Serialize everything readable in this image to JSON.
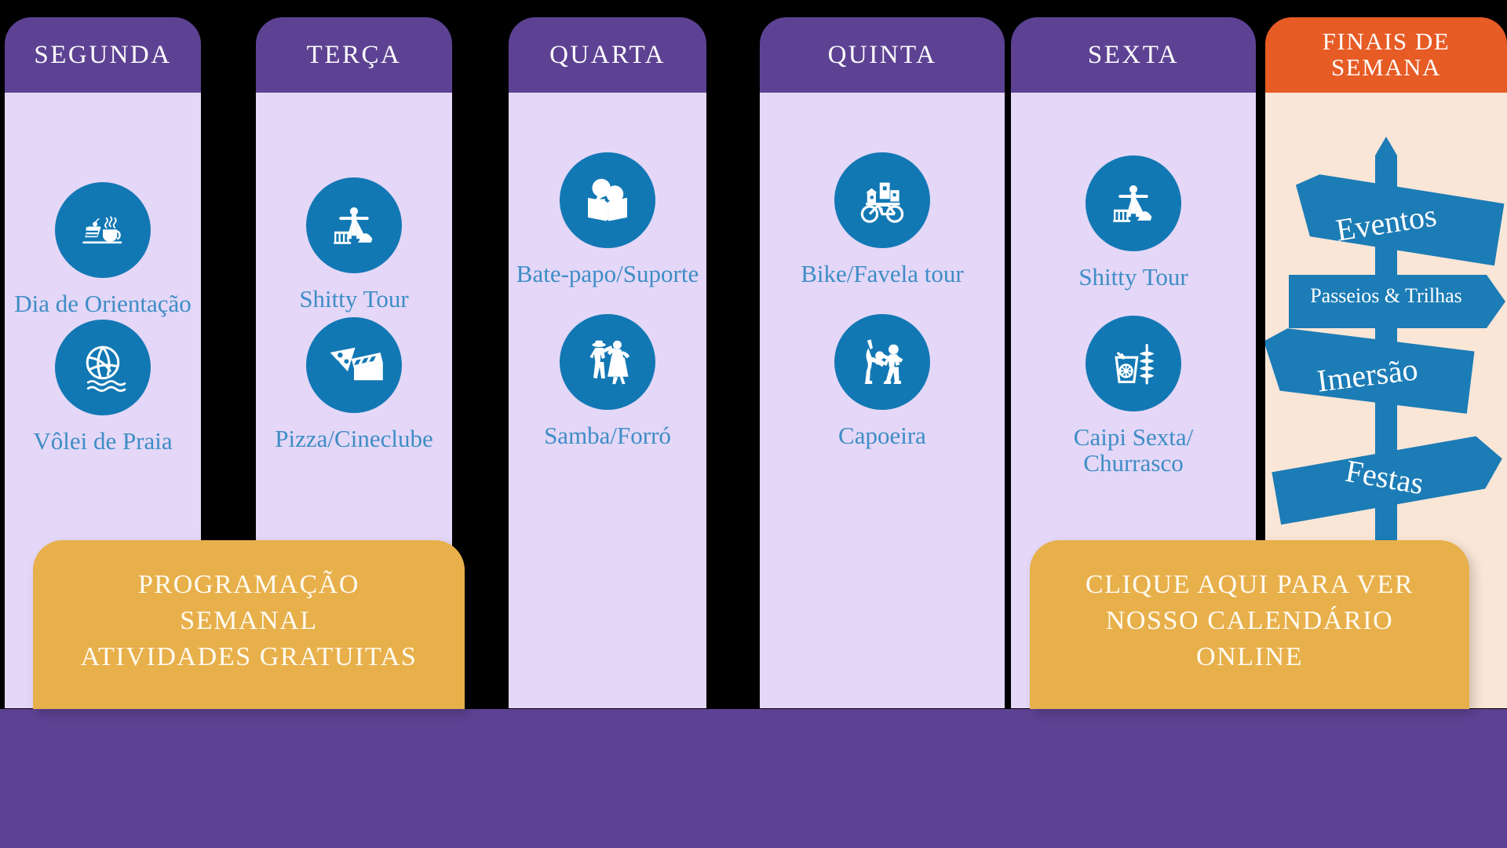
{
  "poster": {
    "title_hidden": "",
    "colors": {
      "header_purple": "#5D4293",
      "header_weekend_orange": "#E75B25",
      "column_body_lilac": "#E4D7F7",
      "column_body_peach": "#FAE6D7",
      "icon_blue": "#1278B4",
      "label_blue": "#3E8DC6",
      "cta_yellow": "#E8B04B",
      "bottom_band_purple": "#5D4293",
      "background_black": "#000000"
    }
  },
  "columns": [
    {
      "id": "segunda",
      "header": "SEGUNDA",
      "type": "weekday",
      "activities": [
        {
          "label": "Dia de Orientação",
          "icon": "cake-coffee-icon"
        },
        {
          "label": "Vôlei de Praia",
          "icon": "volleyball-waves-icon"
        }
      ]
    },
    {
      "id": "terca",
      "header": "TERÇA",
      "type": "weekday",
      "activities": [
        {
          "label": "Shitty Tour",
          "icon": "christ-redeemer-icon"
        },
        {
          "label": "Pizza/Cineclube",
          "icon": "pizza-clapperboard-icon"
        }
      ]
    },
    {
      "id": "quarta",
      "header": "QUARTA",
      "type": "weekday",
      "activities": [
        {
          "label": "Bate-papo/Suporte",
          "icon": "book-speech-bubbles-icon"
        },
        {
          "label": "Samba/Forró",
          "icon": "dancing-couple-icon"
        }
      ]
    },
    {
      "id": "quinta",
      "header": "QUINTA",
      "type": "weekday",
      "activities": [
        {
          "label": "Bike/Favela tour",
          "icon": "bike-favela-icon"
        },
        {
          "label": "Capoeira",
          "icon": "capoeira-icon"
        }
      ]
    },
    {
      "id": "sexta",
      "header": "SEXTA",
      "type": "weekday",
      "activities": [
        {
          "label": "Shitty Tour",
          "icon": "christ-redeemer-icon"
        },
        {
          "label": "Caipi Sexta/\nChurrasco",
          "icon": "caipirinha-skewer-icon"
        }
      ]
    },
    {
      "id": "finais-de-semana",
      "header": "FINAIS DE\nSEMANA",
      "type": "weekend",
      "activities": [],
      "signpost": {
        "icon": "signpost-icon",
        "signs": [
          {
            "label": "Eventos",
            "direction": "left"
          },
          {
            "label": "Passeios & Trilhas",
            "direction": "right"
          },
          {
            "label": "Imersão",
            "direction": "left"
          },
          {
            "label": "Festas",
            "direction": "right"
          }
        ]
      }
    }
  ],
  "cta_left": {
    "id": "programacao-semanal",
    "text": "PROGRAMAÇÃO\nSEMANAL\nATIVIDADES GRATUITAS"
  },
  "cta_right": {
    "id": "calendario-online",
    "text": "CLIQUE AQUI PARA VER\nNOSSO CALENDÁRIO\nONLINE"
  }
}
